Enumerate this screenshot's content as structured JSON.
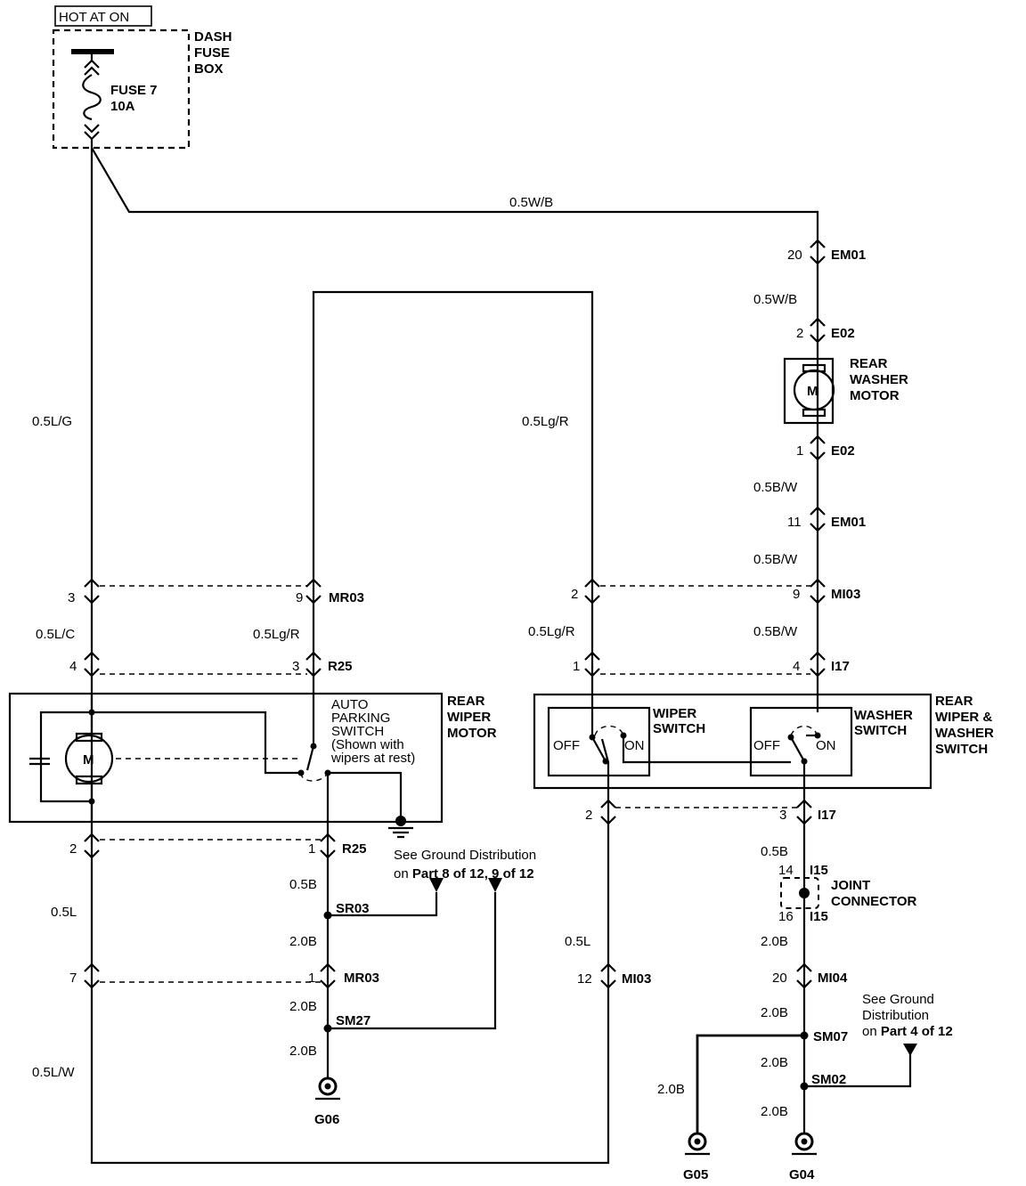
{
  "hot_label": "HOT AT ON",
  "fusebox": {
    "name": "DASH\nFUSE\nBOX",
    "fuse": "FUSE 7",
    "rating": "10A"
  },
  "wires": {
    "main_wb": "0.5W/B",
    "lg_left": "0.5L/G",
    "lgr_top": "0.5Lg/R",
    "em01_wb": "0.5W/B",
    "washer_bw1": "0.5B/W",
    "washer_bw2": "0.5B/W",
    "lc_lower": "0.5L/C",
    "lgr_mid": "0.5Lg/R",
    "lgr_right": "0.5Lg/R",
    "bw_right": "0.5B/W",
    "b_sr03": "0.5B",
    "l_left": "0.5L",
    "ob_mr03": "2.0B",
    "ob_sm27": "2.0B",
    "ob_g06": "2.0B",
    "lw_bottom": "0.5L/W",
    "l_mi03": "0.5L",
    "b_i17": "0.5B",
    "ob_i15": "2.0B",
    "ob_mi04": "2.0B",
    "ob_sm07": "2.0B",
    "ob_g05": "2.0B",
    "ob_g04": "2.0B"
  },
  "connectors": {
    "em01_top": {
      "pin": "20",
      "name": "EM01"
    },
    "e02_top": {
      "pin": "2",
      "name": "E02"
    },
    "e02_bot": {
      "pin": "1",
      "name": "E02"
    },
    "em01_bot": {
      "pin": "11",
      "name": "EM01"
    },
    "mr03_l": {
      "pin": "3"
    },
    "mr03_r": {
      "pin": "9",
      "name": "MR03"
    },
    "mi03_l": {
      "pin": "2"
    },
    "mi03_r": {
      "pin": "9",
      "name": "MI03"
    },
    "r25_top_l": {
      "pin": "4"
    },
    "r25_top_r": {
      "pin": "3",
      "name": "R25"
    },
    "i17_top_l": {
      "pin": "1"
    },
    "i17_top_r": {
      "pin": "4",
      "name": "I17"
    },
    "r25_bot_l": {
      "pin": "2"
    },
    "r25_bot_r": {
      "pin": "1",
      "name": "R25"
    },
    "i17_bot_l": {
      "pin": "2"
    },
    "i17_bot_r": {
      "pin": "3",
      "name": "I17"
    },
    "i15_top": {
      "pin": "14",
      "name": "I15"
    },
    "i15_bot": {
      "pin": "16",
      "name": "I15"
    },
    "mr03_bot_l": {
      "pin": "7"
    },
    "mr03_bot_r": {
      "pin": "1",
      "name": "MR03"
    },
    "mi03_bot": {
      "pin": "12",
      "name": "MI03"
    },
    "mi04": {
      "pin": "20",
      "name": "MI04"
    }
  },
  "splices": {
    "sr03": "SR03",
    "sm27": "SM27",
    "sm07": "SM07",
    "sm02": "SM02"
  },
  "components": {
    "washer_motor": "REAR\nWASHER\nMOTOR",
    "wiper_motor": "REAR\nWIPER\nMOTOR",
    "auto_parking": "AUTO\nPARKING\nSWITCH\n(Shown with\nwipers at rest)",
    "switch_assembly": "REAR\nWIPER &\nWASHER\nSWITCH",
    "wiper_switch": "WIPER\nSWITCH",
    "washer_switch": "WASHER\nSWITCH",
    "joint_connector": "JOINT\nCONNECTOR",
    "motor_symbol": "M",
    "off": "OFF",
    "on": "ON"
  },
  "ground_notes": {
    "note1_line1": "See Ground Distribution",
    "note1_on": "on ",
    "note1_part": "Part 8 of 12, 9 of 12",
    "note2_line1": "See Ground",
    "note2_line2": "Distribution",
    "note2_on": "on ",
    "note2_part": "Part 4 of 12"
  },
  "grounds": {
    "g06": "G06",
    "g05": "G05",
    "g04": "G04"
  }
}
